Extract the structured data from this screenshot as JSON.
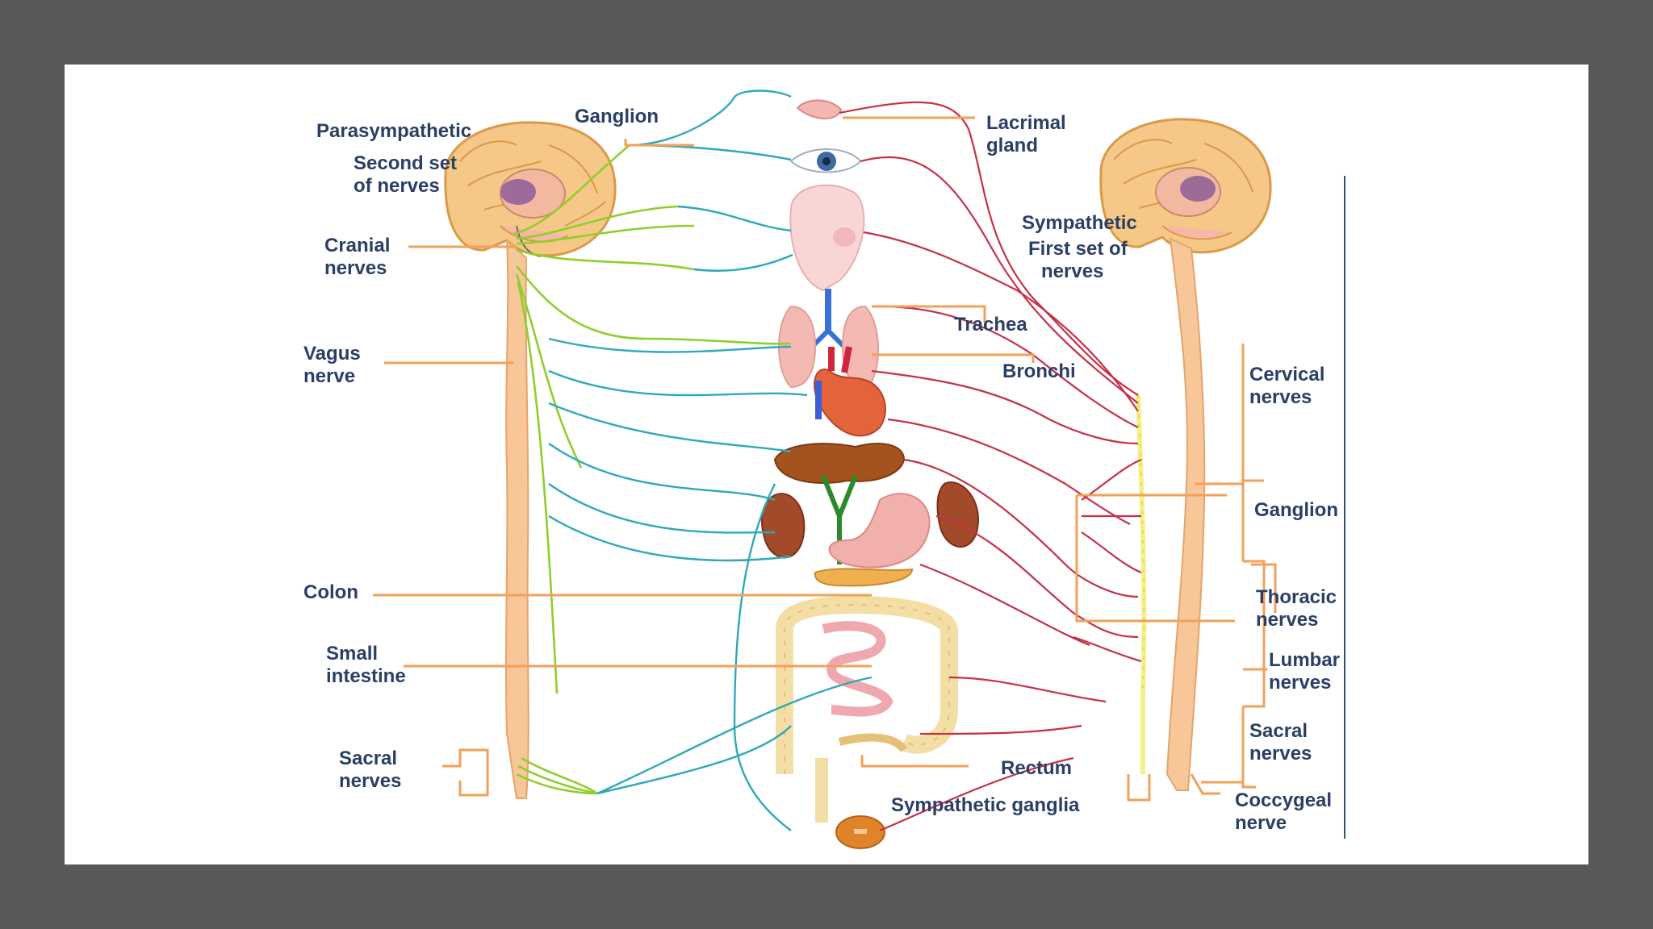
{
  "labels": {
    "parasympathetic": "Parasympathetic",
    "second_set_1": "Second set",
    "second_set_2": "of nerves",
    "cranial_1": "Cranial",
    "cranial_2": "nerves",
    "vagus_1": "Vagus",
    "vagus_2": "nerve",
    "colon": "Colon",
    "small_intestine_1": "Small",
    "small_intestine_2": "intestine",
    "sacral_left_1": "Sacral",
    "sacral_left_2": "nerves",
    "ganglion_top": "Ganglion",
    "lacrimal_1": "Lacrimal",
    "lacrimal_2": "gland",
    "sympathetic_1": "Sympathetic",
    "sympathetic_2": "First set of",
    "sympathetic_3": "nerves",
    "trachea": "Trachea",
    "bronchi": "Bronchi",
    "rectum": "Rectum",
    "sympathetic_ganglia": "Sympathetic ganglia",
    "cervical_1": "Cervical",
    "cervical_2": "nerves",
    "ganglion_right": "Ganglion",
    "thoracic_1": "Thoracic",
    "thoracic_2": "nerves",
    "lumbar_1": "Lumbar",
    "lumbar_2": "nerves",
    "sacral_right_1": "Sacral",
    "sacral_right_2": "nerves",
    "coccygeal_1": "Coccygeal",
    "coccygeal_2": "nerve"
  },
  "colors": {
    "background": "#595959",
    "panel": "#ffffff",
    "label_text": "#2b3f66",
    "leader_line": "#f2a05a",
    "spinal_cord": "#f7c79a",
    "parasympathetic_nerve": "#8ecf2c",
    "teal_nerve": "#2fa9b8",
    "sympathetic_nerve": "#c5304a",
    "ganglion_chain": "#f4f08a"
  }
}
